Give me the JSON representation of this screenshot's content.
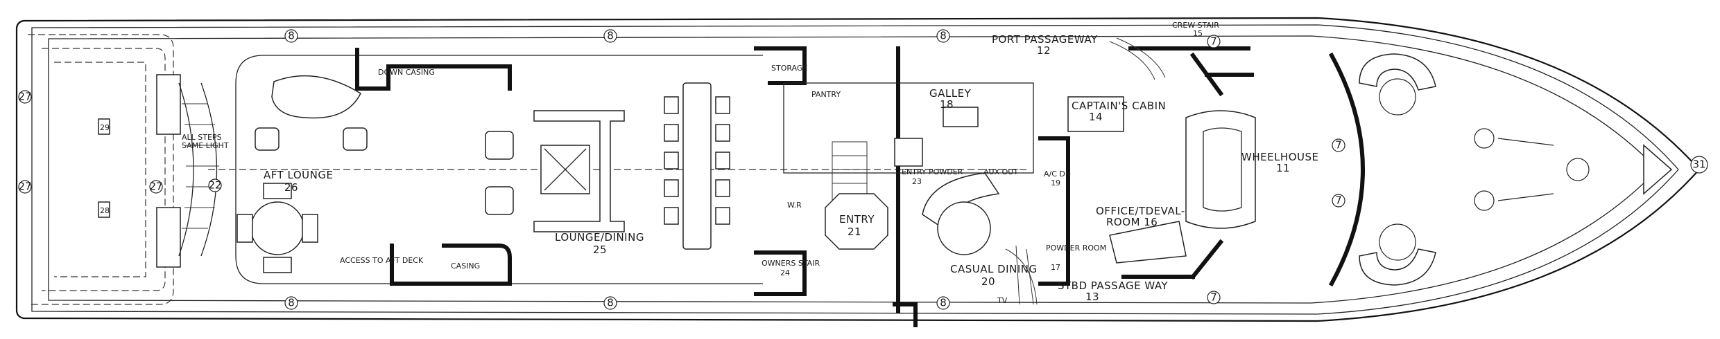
{
  "rooms": {
    "aft_lounge": "AFT LOUNGE",
    "aft_lounge_num": "26",
    "lounge_dining": "LOUNGE/DINING",
    "lounge_dining_num": "25",
    "galley": "GALLEY",
    "galley_num": "18",
    "pantry": "PANTRY",
    "entry": "ENTRY",
    "entry_num": "21",
    "entry_powder": "ENTRY POWDER",
    "entry_powder_num": "23",
    "casual_dining": "CASUAL DINING",
    "casual_dining_num": "20",
    "port_passageway": "PORT PASSAGEWAY",
    "port_passageway_num": "12",
    "captains_cabin": "CAPTAIN'S CABIN",
    "captains_cabin_num": "14",
    "wheelhouse": "WHEELHOUSE",
    "wheelhouse_num": "11",
    "office_tdeval": "OFFICE/TDEVAL-",
    "room_16": "ROOM 16",
    "stbd_passageway": "STBD PASSAGE WAY",
    "stbd_passageway_num": "13",
    "owners_stair": "OWNERS STAIR",
    "owners_stair_num": "24",
    "powder_room": "POWDER ROOM",
    "powder_room_num": "17",
    "ac_dn": "A/C DN",
    "ac_num": "19",
    "crew_stair": "CREW STAIR",
    "crew_stair_num": "15"
  },
  "notes": {
    "down_casing_top": "DOWN CASING",
    "casing_bottom": "CASING",
    "all_steps": "ALL STEPS",
    "same_light": "SAME LIGHT",
    "access_to_aft_deck": "ACCESS TO AFT DECK",
    "storage": "STORAGE",
    "tv": "TV",
    "wr": "W.R",
    "aux_out": "AUX OUT"
  },
  "markers": {
    "bow": "31",
    "deck_7": "7",
    "deck_8": "8",
    "deck_22": "22",
    "deck_27": "27",
    "hatch_29": "29",
    "hatch_28": "28"
  }
}
